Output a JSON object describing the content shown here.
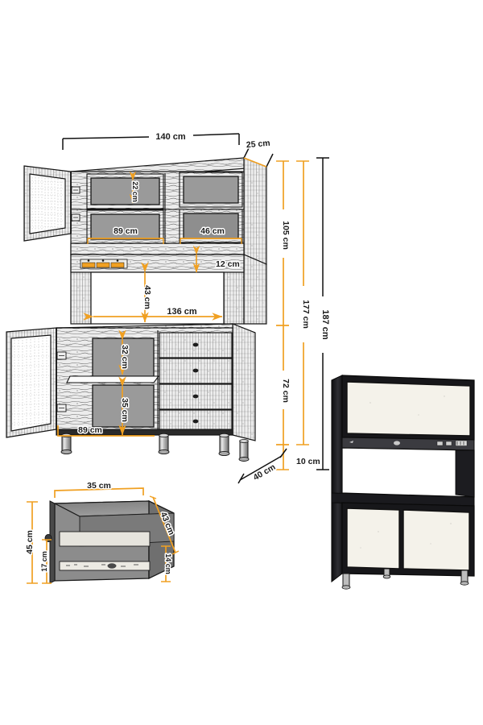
{
  "figure": {
    "title": "Kitchen cabinet technical dimension drawing",
    "background_color": "#FFFFFF",
    "dimension_accent_color": "#F0A022",
    "dimension_primary_color": "#111111",
    "unit": "cm"
  },
  "main_drawing": {
    "name": "exploded-kitchen-cabinet-line-drawing",
    "dimensions": {
      "overall_width": "140 cm",
      "top_depth": "25 cm",
      "upper_section_height": "105 cm",
      "height_without_legs": "177 cm",
      "total_height": "187 cm",
      "lower_section_height": "72 cm",
      "leg_height": "10 cm",
      "base_depth": "40 cm",
      "upper_left_door_width": "89 cm",
      "upper_right_door_width": "46 cm",
      "upper_door_panel_height": "22 cm",
      "niche_top_band": "12 cm",
      "niche_height": "43 cm",
      "niche_width": "136 cm",
      "lower_shelf_upper_height": "32 cm",
      "lower_shelf_lower_height": "35 cm",
      "lower_left_door_width": "89 cm"
    },
    "labels": {
      "w140": "140 cm",
      "d25": "25 cm",
      "h105": "105 cm",
      "h177": "177 cm",
      "h187": "187 cm",
      "h72": "72 cm",
      "h10": "10 cm",
      "d40": "40 cm",
      "w89_upper": "89 cm",
      "w46": "46 cm",
      "h22": "22 cm",
      "h12": "12 cm",
      "h43": "43 cm",
      "w136": "136 cm",
      "h32": "32 cm",
      "h35": "35 cm",
      "w89_lower": "89 cm"
    },
    "parts": {
      "upper_left_door_open": "open glass door, left upper",
      "upper_doors_count": 4,
      "lower_left_door_open": "open door, left lower",
      "drawers_count": 4,
      "legs_count": 4,
      "niche": "open appliance niche with socket strip"
    }
  },
  "drawer_detail": {
    "name": "drawer-detail-drawing",
    "labels": {
      "width": "35 cm",
      "depth": "43 cm",
      "outer_height": "45 cm",
      "inner_height": "17 cm",
      "front_height": "14 cm"
    }
  },
  "product_photo": {
    "name": "finished-product-photo",
    "description": "Assembled kitchen cabinet, black frame with cream doors",
    "frame_color": "#17171A",
    "door_color": "#F4F2EA",
    "upper_doors": 1,
    "lower_doors": 2,
    "legs": 4
  }
}
